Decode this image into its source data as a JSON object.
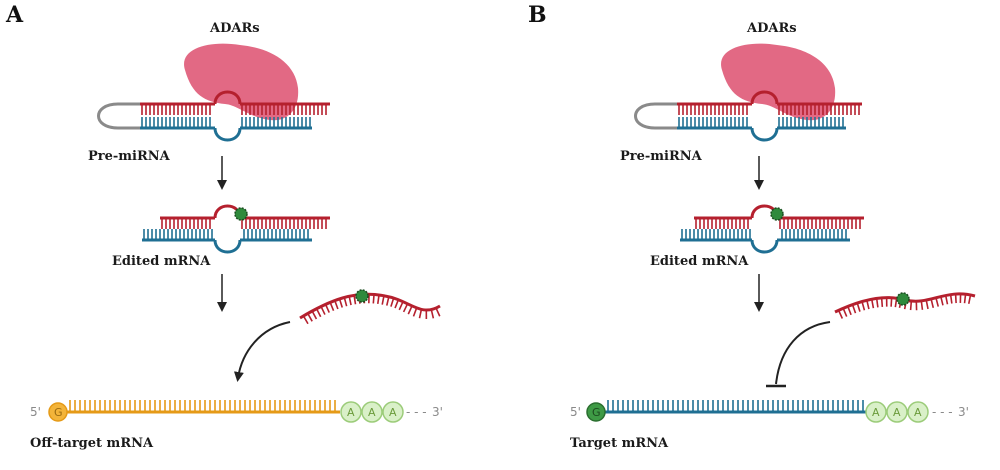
{
  "colors": {
    "red": "#b5202e",
    "blue": "#1f6f93",
    "orange": "#e59a17",
    "green_edit": "#2f8a3c",
    "adar": "#e05c7a",
    "loop_grey": "#8a8a8a",
    "polyA_fill": "#d9f0c8",
    "polyA_stroke": "#9ccc7a"
  },
  "panels": [
    {
      "label": "A",
      "adar_label": "ADARs",
      "pre_label": "Pre-miRNA",
      "edited_label": "Edited mRNA",
      "target_label": "Off-target mRNA",
      "five_prime": "5'",
      "three_prime": "3'",
      "cap_letter": "G",
      "polyA": [
        "A",
        "A",
        "A"
      ],
      "tail_dashes": "- - -",
      "interaction": "arrow",
      "target_strand_color": "orange",
      "cap_color": "orange"
    },
    {
      "label": "B",
      "adar_label": "ADARs",
      "pre_label": "Pre-miRNA",
      "edited_label": "Edited mRNA",
      "target_label": "Target mRNA",
      "five_prime": "5'",
      "three_prime": "3'",
      "cap_letter": "G",
      "polyA": [
        "A",
        "A",
        "A"
      ],
      "tail_dashes": "- - -",
      "interaction": "inhibition",
      "target_strand_color": "blue",
      "cap_color": "green"
    }
  ]
}
